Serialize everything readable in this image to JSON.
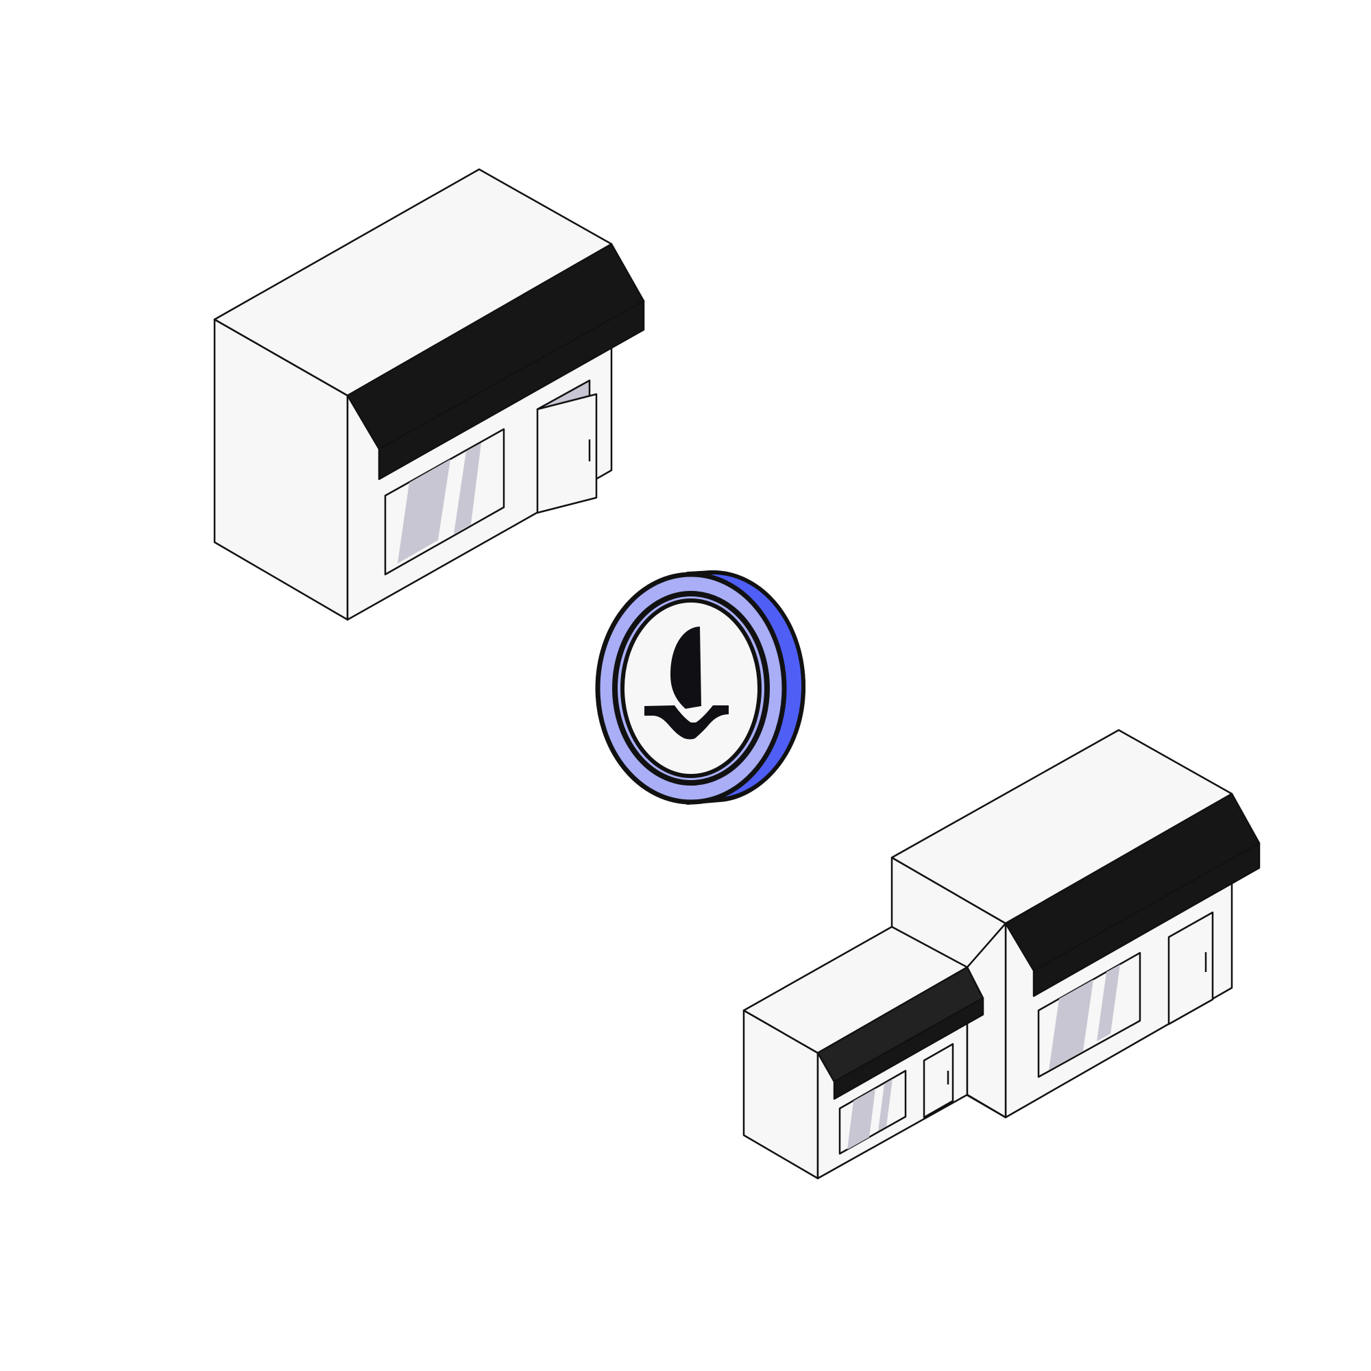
{
  "scene": {
    "subjects": [
      "store-building",
      "coin",
      "store-building-large"
    ]
  },
  "colors": {
    "background": "#ffffff",
    "building_wall": "#f7f7f7",
    "outline": "#111111",
    "awning": "#161616",
    "glass": "#c8c6d2",
    "coin_light": "#a9aef6",
    "coin_edge": "#4f5ff5",
    "coin_face": "#f7f7f7",
    "coin_symbol": "#0f0f14"
  },
  "icons": {
    "coin_symbol": "lira-like-currency-glyph"
  }
}
